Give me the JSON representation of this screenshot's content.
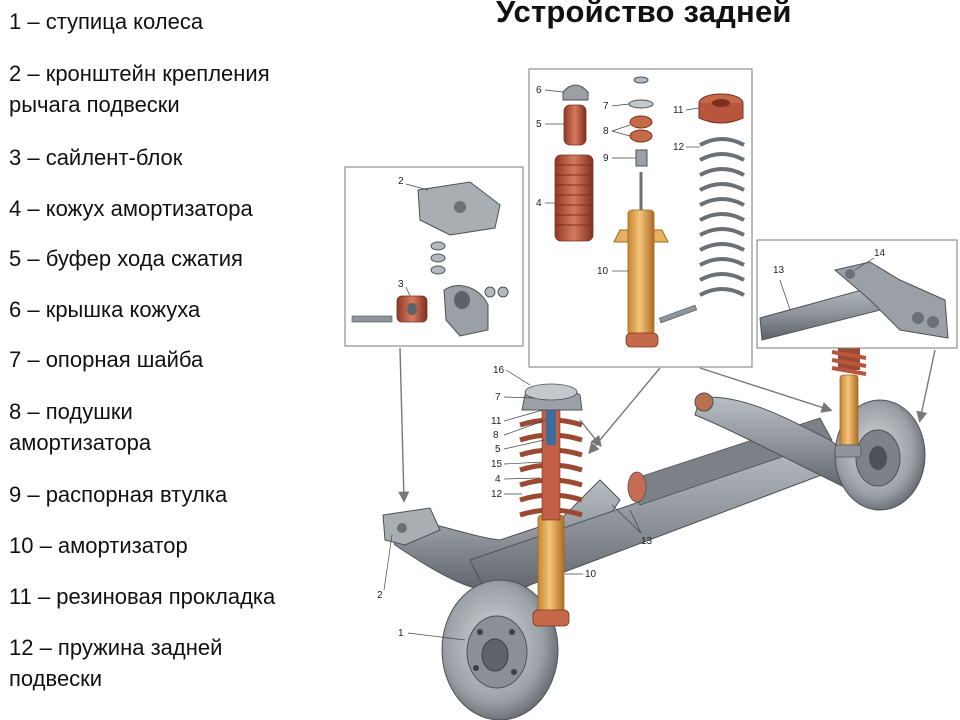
{
  "title": "Устройство задней",
  "legend": [
    {
      "lines": [
        "1 – ступица колеса"
      ]
    },
    {
      "lines": [
        "2 – кронштейн крепления",
        "рычага подвески"
      ]
    },
    {
      "lines": [
        "3 – сайлент-блок"
      ]
    },
    {
      "lines": [
        "4 – кожух амортизатора"
      ]
    },
    {
      "lines": [
        "5 – буфер хода сжатия"
      ]
    },
    {
      "lines": [
        "6 – крышка кожуха"
      ]
    },
    {
      "lines": [
        "7 – опорная шайба"
      ]
    },
    {
      "lines": [
        "8 – подушки",
        "амортизатора"
      ]
    },
    {
      "lines": [
        "9 – распорная втулка"
      ]
    },
    {
      "lines": [
        "10 – амортизатор"
      ]
    },
    {
      "lines": [
        "11 – резиновая прокладка"
      ]
    },
    {
      "lines": [
        "12 – пружина задней",
        "подвески"
      ]
    }
  ],
  "callouts": {
    "inset_left": [
      "2",
      "3"
    ],
    "inset_center": [
      "6",
      "5",
      "4",
      "7",
      "8",
      "9",
      "10",
      "11",
      "12"
    ],
    "inset_right": [
      "13",
      "14"
    ],
    "main": [
      "16",
      "7",
      "11",
      "8",
      "5",
      "15",
      "4",
      "12",
      "10",
      "13",
      "2",
      "1"
    ]
  },
  "colors": {
    "metal": "#8f959b",
    "metal_dark": "#5d6268",
    "shock": "#e0a248",
    "rubber": "#b8553d",
    "spring": "#9a4a32",
    "inset_border": "#7a7a7a"
  }
}
